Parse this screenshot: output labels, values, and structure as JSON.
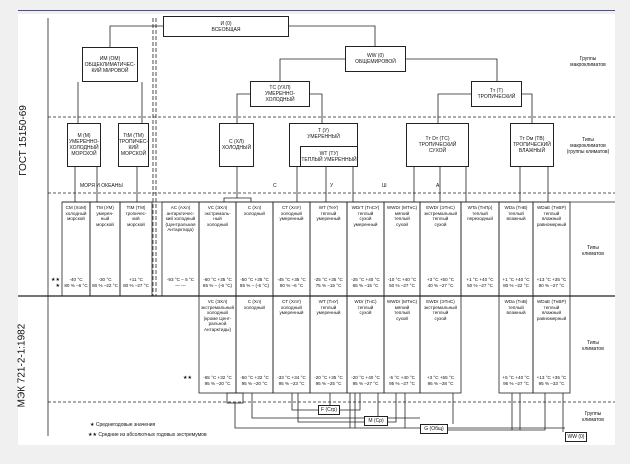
{
  "labels": {
    "gost": "ГОСТ 15150-69",
    "iec": "МЭК 721-2-1:1982",
    "macro_groups": "Группы\nмакроклиматов",
    "macro_types": "Типы\nмакроклиматов\n(группы климатов)",
    "climate_types_top": "Типы\nклиматов",
    "climate_types_bottom": "Типы\nклиматов",
    "climate_groups": "Группы\nклиматов",
    "seas": "МОРЯ   И   ОКЕАНЫ",
    "zone_s": "С",
    "zone_u": "У",
    "zone_sh": "Ш",
    "zone_a": "А",
    "stars_top": "★★\n★",
    "stars_bottom": "★★",
    "legend_1": "★ Среднегодовые значения",
    "legend_2": "★★ Средние из абсолютных годовых экстремумов"
  },
  "boxes": {
    "root": "И (0)\nВСЕОБЩАЯ",
    "im": "ИМ (ОМ)\nОБЩЕКЛИМАТИЧЕС-\nКИЙ МИРОВОЙ",
    "ww": "WW (0)\nОБЩЕМИРОВОЙ",
    "tc": "ТС (УХЛ)\nУМЕРЕННО-ХОЛОДНЫЙ",
    "tt": "Тт (Т)\nТРОПИЧЕСКИЙ",
    "m": "М (М)\nУМЕРЕННО-\nХОЛОДНЫЙ\nМОРСКОЙ",
    "tm": "ТtМ (ТМ)\nТРОПИЧЕС-\nКИЙ\nМОРСКОЙ",
    "c": "С (ХЛ)\nХОЛОДНЫЙ",
    "t": "Т (У)\nУМЕРЕННЫЙ",
    "wt": "WT (ТУ)\nТЕПЛЫЙ УМЕРЕННЫЙ",
    "ttdt": "Тт Dт (ТС)\nТРОПИЧЕСКИЙ\nСУХОЙ",
    "ttdm": "Тт Dм (ТВ)\nТРОПИЧЕСКИЙ\nВЛАЖНЫЙ"
  },
  "gost_types": [
    {
      "name": "CM (ХоМ)\nхолодный\nморской",
      "v": "-40 °C\n80 % –6 °C"
    },
    {
      "name": "TM (УМ)\nумерен-\nный\nморской",
      "v": "-30 °C\n80 % –22 °C"
    },
    {
      "name": "TtM (ТМ)\nтропичес-\nкий\nморской",
      "v": "+11 °C\n80 % –27 °C"
    },
    {
      "name": "AC (АХл)\nантарктичес-\nкий холодный\n(Центральная\nАнтарктида)",
      "v": "-93 °C – 5 °C\n—   —"
    },
    {
      "name": "VC (ЭХл)\nэкстремаль-\nный\nхолодный",
      "v": "-60 °C +35 °C\n85 % – (-6 °C)"
    },
    {
      "name": "C (Хл)\nхолодный",
      "v": "-50 °C +35 °C\n85 % – (-6 °C)"
    },
    {
      "name": "CT (ХлУ)\nхолодный\nумеренный",
      "v": "-45 °C +35 °C\n80 % –6 °C"
    },
    {
      "name": "WT (ТеУ)\nтеплый\nумеренный",
      "v": "-25 °C +35 °C\n75 % –15 °C"
    },
    {
      "name": "WDrT (ТнСУ)\nтеплый\nсухой\nумеренный",
      "v": "-25 °C +40 °C\n65 % –15 °C"
    },
    {
      "name": "WWDr (МТнС)\nмягкий\nтеплый\nсухой",
      "v": "-10 °C +40 °C\n50 % –27 °C"
    },
    {
      "name": "EWDr (ЭТнС)\nэкстремальный\nтеплый\nсухой",
      "v": "+3 °C +50 °C\n40 % –27 °C"
    },
    {
      "name": "WTa (ТнПр)\nтеплый\nпереходный",
      "v": "+1 °C +40 °C\n50 % –27 °C"
    },
    {
      "name": "WDa (ТнВ)\nтеплый\nвлажный",
      "v": "+1 °C +40 °C\n80 % –22 °C"
    },
    {
      "name": "WDaE (ТнВР)\nтеплый\nвлажный\nравномерный",
      "v": "+13 °C +35 °C\n80 % –27 °C"
    }
  ],
  "iec_types": [
    {
      "name": "VC (ЭХл)\nэкстремальный\nхолодный\n(кроме Цент-\nральной\nАнтарктиды)",
      "v": "-65 °C +32 °C\n95 % –20 °C"
    },
    {
      "name": "C (Хл)\nхолодный",
      "v": "-50 °C +32 °C\n95 % –20 °C"
    },
    {
      "name": "CT (ХлУ)\nхолодный\nумеренный",
      "v": "-33 °C +34 °C\n95 % –23 °C"
    },
    {
      "name": "WT (ТнУ)\nтеплый\nумеренный",
      "v": "-20 °C +35 °C\n95 % –25 °C"
    },
    {
      "name": "WDr (ТнС)\nтеплый\nсухой",
      "v": "-20 °C +40 °C\n95 % –27 °C"
    },
    {
      "name": "WWDr (МТнС)\nмягкий\nтеплый\nсухой",
      "v": "-5 °C +40 °C\n95 % –27 °C"
    },
    {
      "name": "EWDr (ЭТнС)\nэкстремальный\nтеплый\nсухой",
      "v": "+3 °C +55 °C\n95 % –28 °C"
    },
    {
      "name": "WDa (ТнВ)\nтеплый\nвлажный",
      "v": "+5 °C +40 °C\n95 % –27 °C"
    },
    {
      "name": "WDaE (ТнВР)\nтеплый\nвлажный\nравномерный",
      "v": "+13 °C +35 °C\n95 % –33 °C"
    }
  ],
  "groups": {
    "f": "F (Сгр)",
    "m": "M (Ср)",
    "g": "G (Общ)",
    "ww": "WW (0)"
  }
}
